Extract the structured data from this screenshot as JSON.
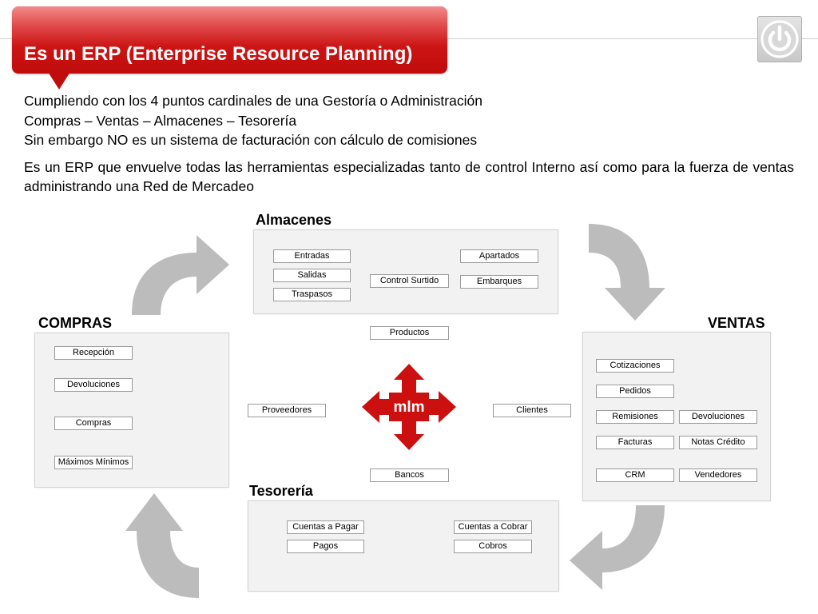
{
  "title": "Es un ERP (Enterprise Resource Planning)",
  "intro": {
    "line1": "Cumpliendo con los 4 puntos cardinales de una Gestoría o Administración",
    "line2": "Compras – Ventas – Almacenes – Tesorería",
    "line3": "Sin embargo NO es un sistema de facturación con cálculo de comisiones",
    "paragraph": "Es un ERP que envuelve todas las herramientas especializadas tanto de control Interno así como para la fuerza de ventas administrando una Red de Mercadeo"
  },
  "icons": {
    "power": "power-icon",
    "cycle_arrows": "curved-arrow-icon",
    "center": "four-way-arrow-icon"
  },
  "colors": {
    "accent": "#c00c0c",
    "panel": "#f2f2f2",
    "arrow": "#b8b8b8"
  },
  "almacenes": {
    "label": "Almacenes",
    "entradas": "Entradas",
    "salidas": "Salidas",
    "traspasos": "Traspasos",
    "control_surtido": "Control Surtido",
    "apartados": "Apartados",
    "embarques": "Embarques"
  },
  "compras": {
    "label": "COMPRAS",
    "recepcion": "Recepción",
    "devoluciones": "Devoluciones",
    "compras": "Compras",
    "maximos_minimos": "Máximos Mínimos"
  },
  "ventas": {
    "label": "VENTAS",
    "cotizaciones": "Cotizaciones",
    "pedidos": "Pedidos",
    "remisiones": "Remisiones",
    "devoluciones": "Devoluciones",
    "facturas": "Facturas",
    "notas_credito": "Notas Crédito",
    "crm": "CRM",
    "vendedores": "Vendedores"
  },
  "tesoreria": {
    "label": "Tesorería",
    "cuentas_pagar": "Cuentas a Pagar",
    "pagos": "Pagos",
    "cuentas_cobrar": "Cuentas a Cobrar",
    "cobros": "Cobros"
  },
  "center": {
    "productos": "Productos",
    "proveedores": "Proveedores",
    "clientes": "Clientes",
    "bancos": "Bancos",
    "mlm": "mlm"
  }
}
